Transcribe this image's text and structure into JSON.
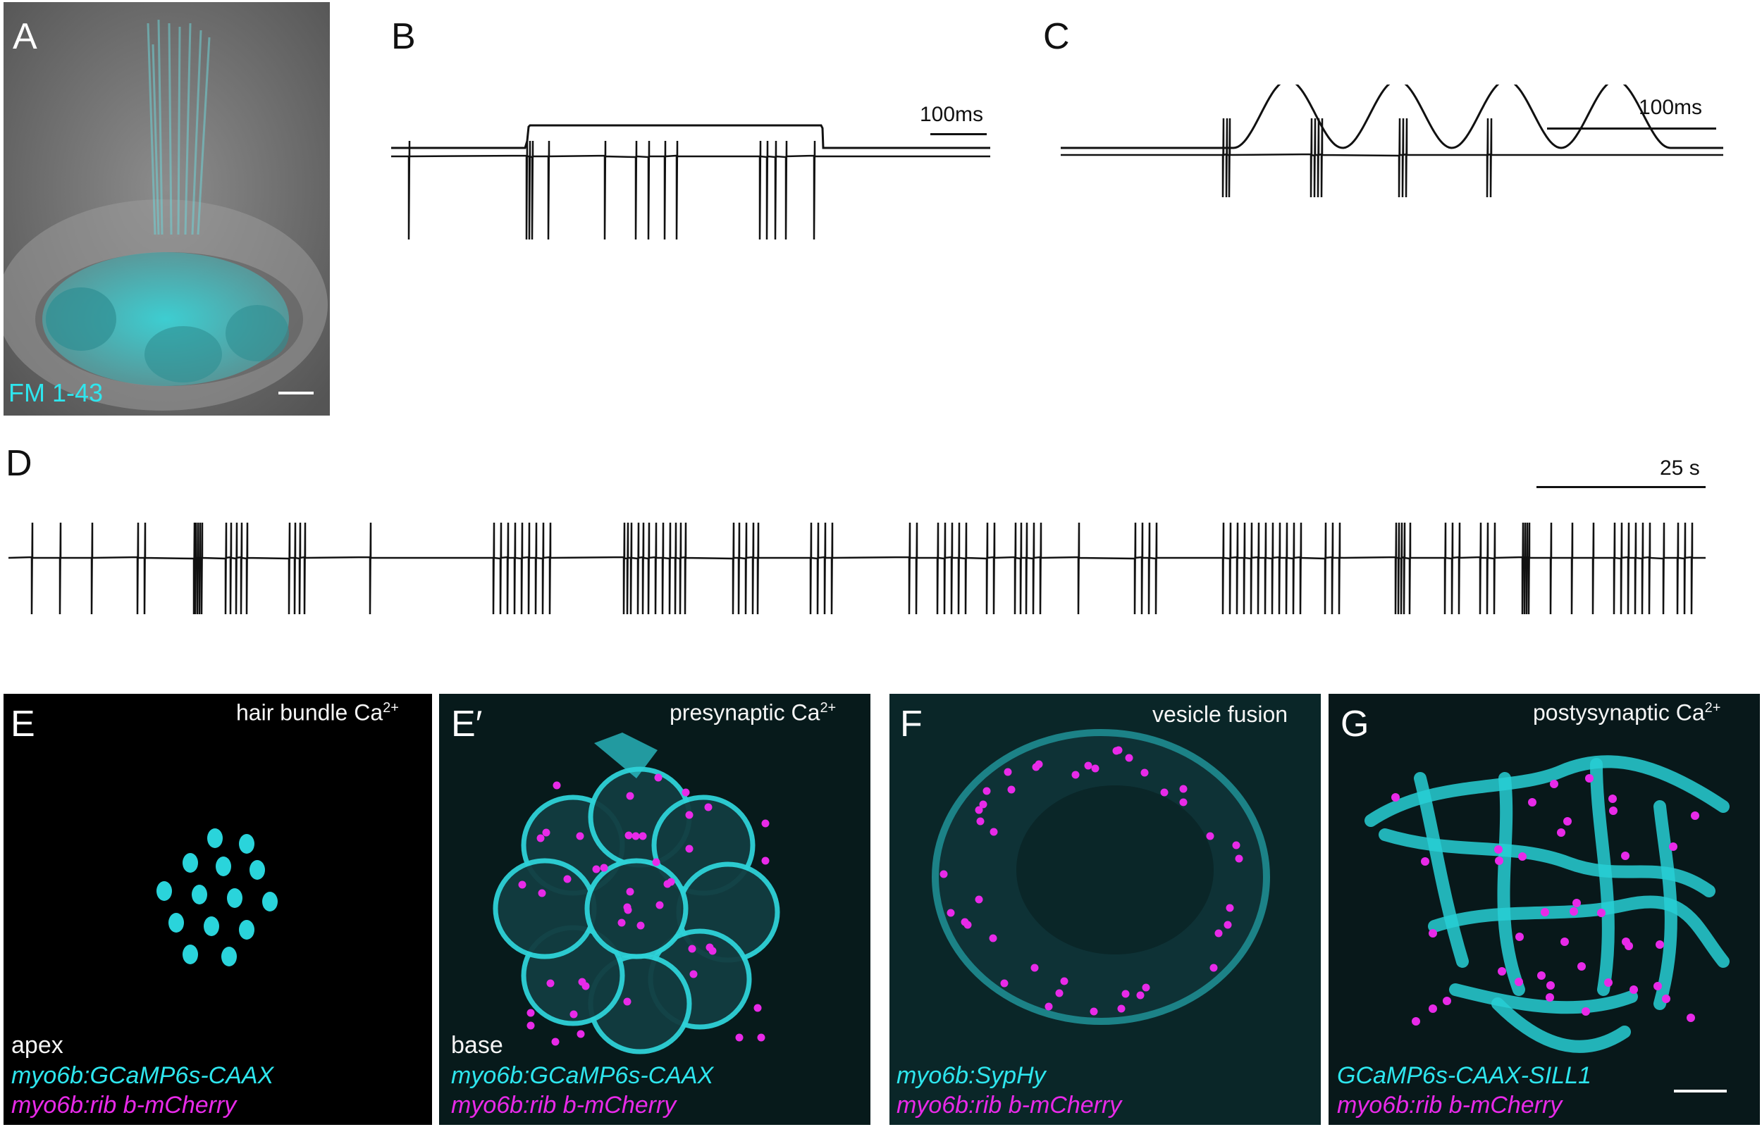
{
  "panels": {
    "a": {
      "letter": "A",
      "label": "FM 1-43"
    },
    "b": {
      "letter": "B",
      "scale": "100ms"
    },
    "c": {
      "letter": "C",
      "scale": "100ms"
    },
    "d": {
      "letter": "D",
      "scale": "25 s"
    },
    "e": {
      "letter": "E",
      "title": "hair bundle Ca",
      "title_sup": "2+",
      "position": "apex",
      "line1": "myo6b:GCaMP6s-CAAX",
      "line2": "myo6b:rib b-mCherry"
    },
    "e_prime": {
      "letter": "E′",
      "title": "presynaptic Ca",
      "title_sup": "2+",
      "position": "base",
      "line1": "myo6b:GCaMP6s-CAAX",
      "line2": "myo6b:rib b-mCherry"
    },
    "f": {
      "letter": "F",
      "title": "vesicle fusion",
      "line1": "myo6b:SypHy",
      "line2": "myo6b:rib b-mCherry"
    },
    "g": {
      "letter": "G",
      "title": "postysynaptic Ca",
      "title_sup": "2+",
      "line1": "GCaMP6s-CAAX-SILL1",
      "line2": "myo6b:rib b-mCherry"
    }
  },
  "colors": {
    "cyan": "#2ee6ee",
    "magenta": "#e82ae8",
    "trace": "#111111"
  }
}
